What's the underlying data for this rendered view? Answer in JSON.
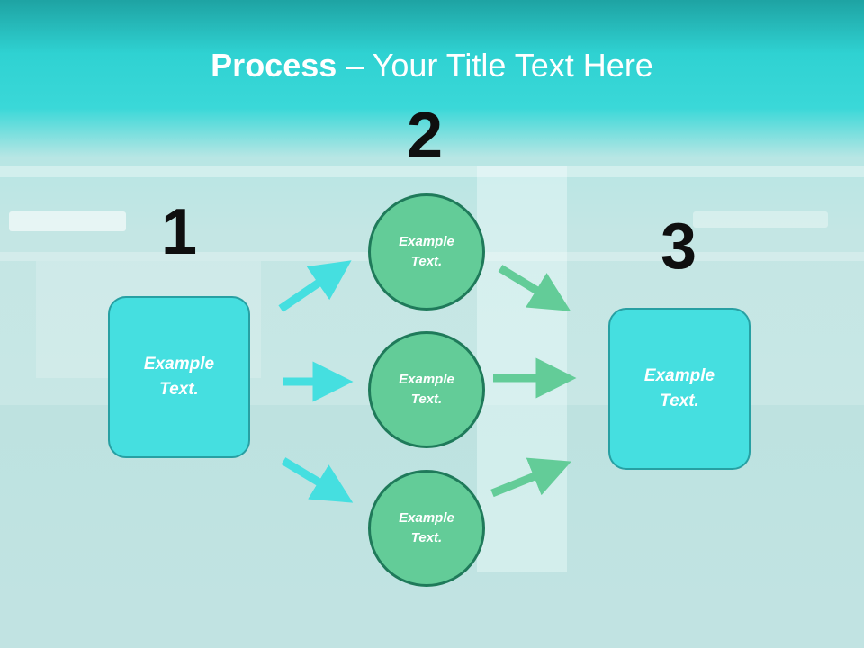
{
  "title": {
    "bold": "Process",
    "rest": " – Your Title Text Here"
  },
  "steps": [
    {
      "number": "1",
      "text": "Example\nText."
    },
    {
      "number": "2",
      "text": "Example\nText."
    },
    {
      "number": "3",
      "text": "Example\nText."
    }
  ],
  "circles": [
    {
      "text": "Example\nText."
    },
    {
      "text": "Example\nText."
    },
    {
      "text": "Example\nText."
    }
  ],
  "colors": {
    "box_fill": "#45dfe0",
    "circle_fill": "#63cc98",
    "arrow_left": "#45dfe0",
    "arrow_right": "#63cc98"
  }
}
